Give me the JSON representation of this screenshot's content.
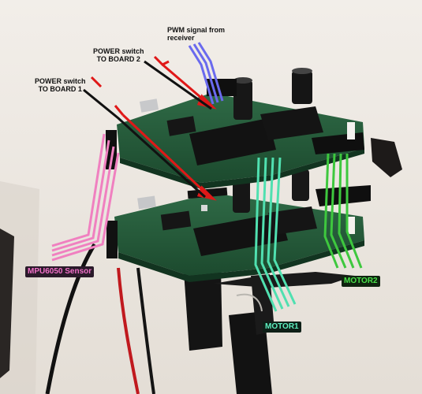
{
  "labels": {
    "pwm_line1": "PWM signal from",
    "pwm_line2": "receiver",
    "power2_line1": "POWER switch",
    "power2_line2": "TO BOARD 2",
    "power1_line1": "POWER switch",
    "power1_line2": "TO BOARD 1",
    "mpu": "MPU6050 Sensor",
    "motor1": "MOTOR1",
    "motor2": "MOTOR2"
  },
  "colors": {
    "pwm_arrow": "#6a6aee",
    "power_arrow": "#e01818",
    "signal_arrow": "#111111",
    "mpu_arrow": "#f080c0",
    "motor1_arrow": "#50e0b0",
    "motor2_arrow": "#3ec83e",
    "mpu_label_bg": "#2a1a2a",
    "mpu_label_text": "#f070c8",
    "motor1_label_bg": "#0e1f17",
    "motor1_label_text": "#5ef0c0",
    "motor2_label_bg": "#0f230f",
    "motor2_label_text": "#48e048"
  }
}
